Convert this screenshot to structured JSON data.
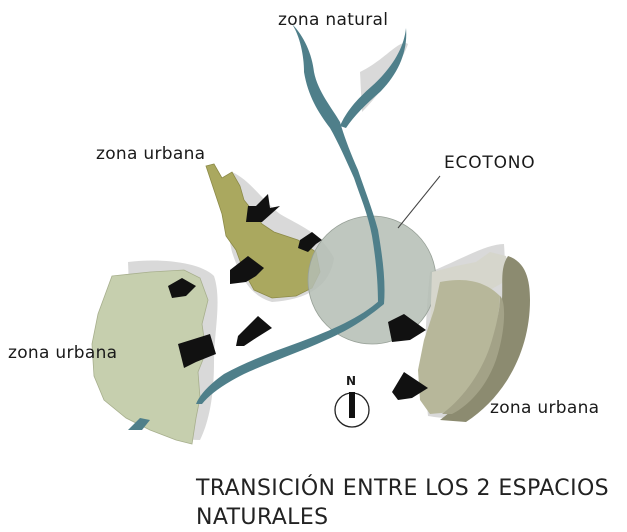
{
  "labels": {
    "zona_natural": "zona natural",
    "zona_urbana_top": "zona urbana",
    "zona_urbana_left": "zona urbana",
    "zona_urbana_right": "zona urbana",
    "ecotono": "ECOTONO",
    "north": "N"
  },
  "caption": {
    "line1": "TRANSICIÓN ENTRE LOS 2 ESPACIOS",
    "line2": "NATURALES"
  },
  "colors": {
    "river": "#4f7f8a",
    "shadow": "#d9d9d9",
    "urban_top": "#aaa85f",
    "urban_left": "#c6cfae",
    "urban_right_dark": "#8c8b70",
    "urban_right_light": "#b7b79a",
    "ecotone": "#b4bdb4",
    "arrow": "#111111"
  }
}
